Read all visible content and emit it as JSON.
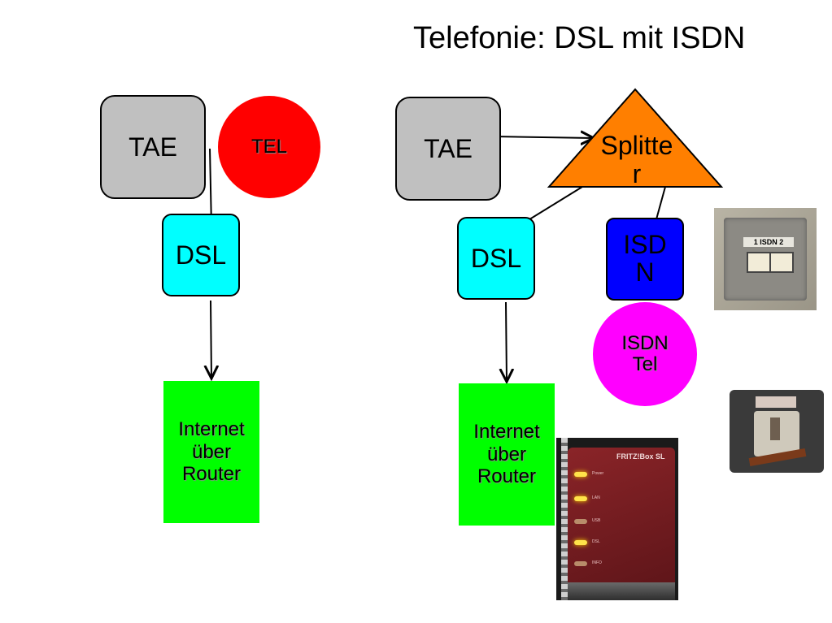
{
  "title": "Telefonie: DSL mit ISDN",
  "left": {
    "tae": "TAE",
    "tel": "TEL",
    "dsl": "DSL",
    "router": [
      "Internet",
      "über",
      "Router"
    ]
  },
  "right": {
    "tae": "TAE",
    "splitter": [
      "Splitte",
      "r"
    ],
    "dsl": "DSL",
    "isdn": [
      "ISD",
      "N"
    ],
    "isdn_tel": [
      "ISDN",
      "Tel"
    ],
    "router": [
      "Internet",
      "über",
      "Router"
    ]
  },
  "photos": {
    "isdn_socket_label": "1 ISDN 2",
    "fritzbox_brand": "FRITZ!Box SL",
    "fritzbox_leds": [
      "Power",
      "LAN",
      "USB",
      "DSL",
      "INFO"
    ]
  },
  "colors": {
    "tae": "#c0c0c0",
    "tel": "#ff0000",
    "dsl": "#00ffff",
    "router": "#00ff00",
    "splitter": "#ff7f00",
    "isdn": "#0000ff",
    "isdn_tel": "#ff00ff"
  }
}
